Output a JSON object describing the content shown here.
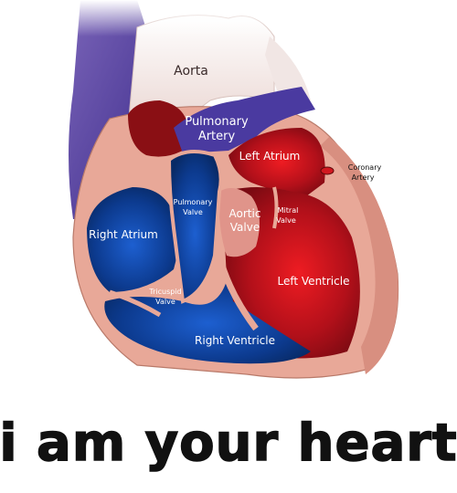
{
  "labels": {
    "aorta": "Aorta",
    "pulmonary_artery_1": "Pulmonary",
    "pulmonary_artery_2": "Artery",
    "left_atrium": "Left Atrium",
    "coronary_artery_1": "Coronary",
    "coronary_artery_2": "Artery",
    "pulmonary_valve_1": "Pulmonary",
    "pulmonary_valve_2": "Valve",
    "aortic_valve_1": "Aortic",
    "aortic_valve_2": "Valve",
    "mitral_valve_1": "Mitral",
    "mitral_valve_2": "Valve",
    "right_atrium": "Right Atrium",
    "left_ventricle": "Left Ventricle",
    "tricuspid_valve_1": "Tricuspid",
    "tricuspid_valve_2": "Valve",
    "right_ventricle": "Right Ventricle"
  },
  "caption": "i am your heart",
  "colors": {
    "tissue": "#e8a898",
    "tissue_dark": "#c98472",
    "oxygenated": "#c8101a",
    "deoxygenated": "#0a3a8a",
    "vena": "#5a3a9a",
    "aorta_fill": "#efe3e0",
    "background": "#ffffff"
  }
}
